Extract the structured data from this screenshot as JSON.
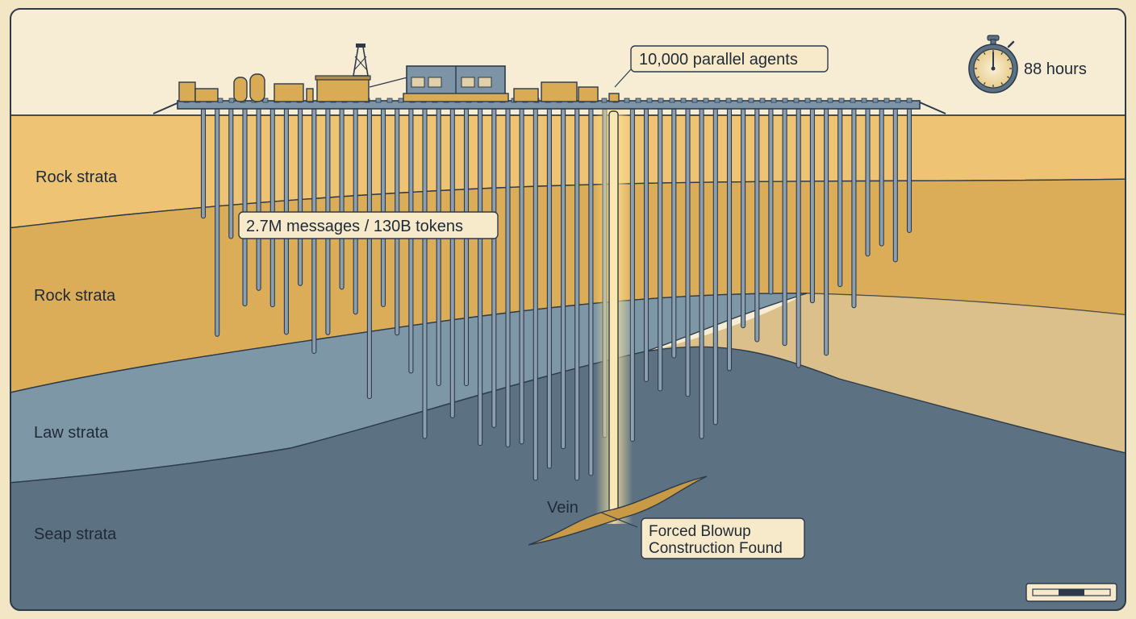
{
  "strata_labels": {
    "top": "Rock strata",
    "second": "Rock strata",
    "third": "Law strata",
    "bottom": "Seap strata"
  },
  "callouts": {
    "agents": "10,000 parallel agents",
    "messages": "2.7M messages / 130B tokens",
    "found_line1": "Forced Blowup",
    "found_line2": "Construction Found"
  },
  "timer": {
    "label": "88 hours",
    "icon": "stopwatch-icon"
  },
  "vein_label": "Vein",
  "colors": {
    "sky": "#f7edd5",
    "layer_top": "#eec374",
    "layer_second": "#d9aa55",
    "layer_law": "#7e97a6",
    "layer_seap": "#5c7283",
    "pipe": "#8b9fb0",
    "outline": "#2c3a4a",
    "callout_fill": "#f7eacb",
    "vein": "#c99a45",
    "glow": "#ffe69a"
  }
}
